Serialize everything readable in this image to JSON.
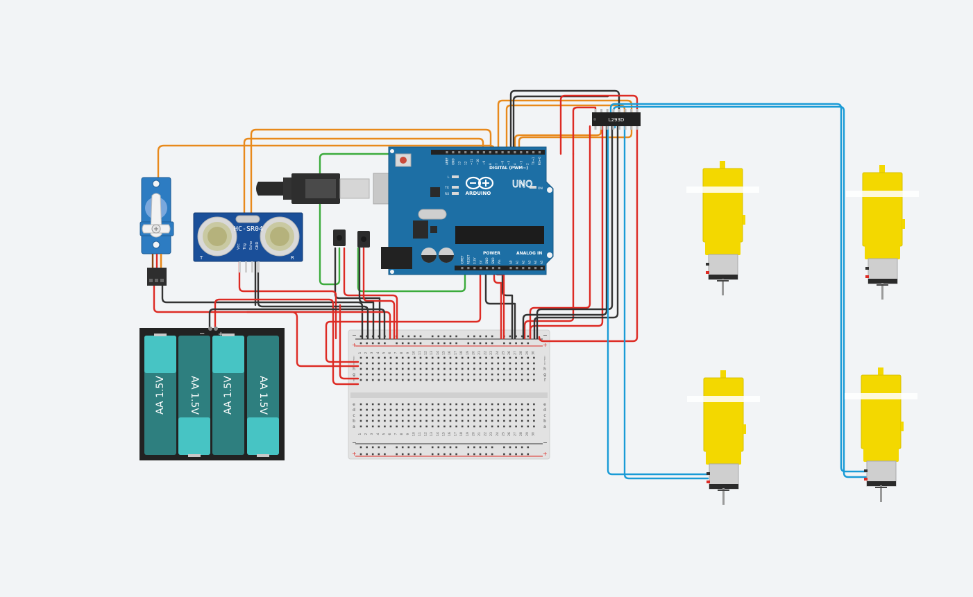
{
  "colors": {
    "background": "#f2f4f6",
    "arduino_board": "#1d6fa5",
    "motor_yellow": "#f3d800",
    "battery_cell": "#2e7f7f",
    "battery_cap": "#47c4c4",
    "wire_orange": "#e8891b",
    "wire_red": "#dd2b24",
    "wire_black": "#333333",
    "wire_green": "#3cab3c",
    "wire_blue": "#1a9bd6",
    "servo_blue": "#2d7cc2",
    "hcsr04_blue": "#1a4f99"
  },
  "arduino": {
    "brand": "ARDUINO",
    "model": "UNO",
    "digital_label": "DIGITAL (PWM~)",
    "power_label": "POWER",
    "analog_label": "ANALOG IN",
    "on_label": "ON",
    "l_label": "L",
    "tx_label": "TX",
    "rx_label": "RX",
    "top_pins": [
      "AREF",
      "GND",
      "13",
      "12",
      "~11",
      "~10",
      "~9",
      "8",
      "7",
      "~6",
      "~5",
      "4",
      "~3",
      "2",
      "TX→1",
      "RX←0"
    ],
    "power_pins": [
      "IOREF",
      "RESET",
      "3.3V",
      "5V",
      "GND",
      "GND",
      "Vin"
    ],
    "analog_pins": [
      "A0",
      "A1",
      "A2",
      "A3",
      "A4",
      "A5"
    ]
  },
  "hcsr04": {
    "label": "HC-SR04",
    "pins": [
      "Vcc",
      "Trig",
      "Echo",
      "GND"
    ],
    "corner_t": "T",
    "corner_r": "R"
  },
  "ic": {
    "label": "L293D"
  },
  "battery": {
    "cells": [
      "AA 1.5V",
      "AA 1.5V",
      "AA 1.5V",
      "AA 1.5V"
    ],
    "minus": "−",
    "plus": "+"
  },
  "breadboard": {
    "rail_minus": "−",
    "rail_plus": "+",
    "row_letters_top": [
      "j",
      "i",
      "h",
      "g",
      "f"
    ],
    "row_letters_bottom": [
      "e",
      "d",
      "c",
      "b",
      "a"
    ],
    "column_numbers": [
      "1",
      "2",
      "3",
      "4",
      "5",
      "6",
      "7",
      "8",
      "9",
      "10",
      "11",
      "12",
      "13",
      "14",
      "15",
      "16",
      "17",
      "18",
      "19",
      "20",
      "21",
      "22",
      "23",
      "24",
      "25",
      "26",
      "27",
      "28",
      "29",
      "30"
    ]
  },
  "icons": [
    "servo-motor-icon",
    "ultrasonic-sensor-icon",
    "usb-cable-icon",
    "ir-sensor-icon",
    "dc-motor-icon",
    "battery-icon",
    "motor-driver-ic-icon",
    "breadboard-icon",
    "arduino-board-icon"
  ]
}
